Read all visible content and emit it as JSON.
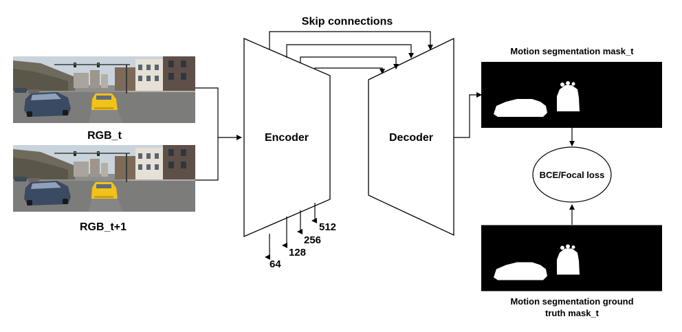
{
  "inputs": {
    "rgb_t_label": "RGB_t",
    "rgb_t1_label": "RGB_t+1"
  },
  "encoder": {
    "label": "Encoder",
    "channels": [
      "64",
      "128",
      "256",
      "512"
    ]
  },
  "decoder": {
    "label": "Decoder"
  },
  "skip_connections_label": "Skip connections",
  "outputs": {
    "predicted_mask_label": "Motion segmentation mask_t",
    "loss_label": "BCE/Focal loss",
    "gt_mask_label_line1": "Motion segmentation ground",
    "gt_mask_label_line2": "truth mask_t"
  },
  "colors": {
    "block_stroke": "#000000",
    "mask_background": "#000000",
    "mask_foreground": "#ffffff",
    "taxi_yellow": "#f2c21a",
    "sky": "#c9d3dc"
  }
}
